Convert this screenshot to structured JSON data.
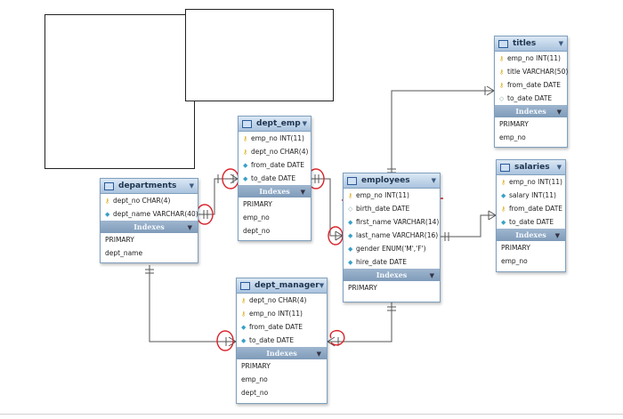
{
  "tables": {
    "titles": {
      "name": "titles",
      "columns": [
        "emp_no INT(11)",
        "title VARCHAR(50)",
        "from_date DATE",
        "to_date DATE"
      ],
      "indexes_label": "Indexes",
      "indexes": [
        "PRIMARY",
        "emp_no"
      ]
    },
    "dept_emp": {
      "name": "dept_emp",
      "columns": [
        "emp_no INT(11)",
        "dept_no CHAR(4)",
        "from_date DATE",
        "to_date DATE"
      ],
      "indexes_label": "Indexes",
      "indexes": [
        "PRIMARY",
        "emp_no",
        "dept_no"
      ]
    },
    "departments": {
      "name": "departments",
      "columns": [
        "dept_no CHAR(4)",
        "dept_name VARCHAR(40)"
      ],
      "indexes_label": "Indexes",
      "indexes": [
        "PRIMARY",
        "dept_name"
      ]
    },
    "employees": {
      "name": "employees",
      "columns": [
        "emp_no INT(11)",
        "birth_date DATE",
        "first_name VARCHAR(14)",
        "last_name VARCHAR(16)",
        "gender ENUM('M','F')",
        "hire_date DATE"
      ],
      "indexes_label": "Indexes",
      "indexes": [
        "PRIMARY"
      ]
    },
    "salaries": {
      "name": "salaries",
      "columns": [
        "emp_no INT(11)",
        "salary INT(11)",
        "from_date DATE",
        "to_date DATE"
      ],
      "indexes_label": "Indexes",
      "indexes": [
        "PRIMARY",
        "emp_no"
      ]
    },
    "dept_manager": {
      "name": "dept_manager",
      "columns": [
        "dept_no CHAR(4)",
        "emp_no INT(11)",
        "from_date DATE",
        "to_date DATE"
      ],
      "indexes_label": "Indexes",
      "indexes": [
        "PRIMARY",
        "emp_no",
        "dept_no"
      ]
    }
  },
  "icons": {
    "table": "table-icon",
    "key": "key-icon",
    "column": "column-diamond-icon",
    "collapse": "collapse-arrow-icon"
  },
  "colors": {
    "header": "#aac3de",
    "indexes_bar": "#8aa6c3",
    "annotation": "#d9232a",
    "line": "#555555"
  }
}
